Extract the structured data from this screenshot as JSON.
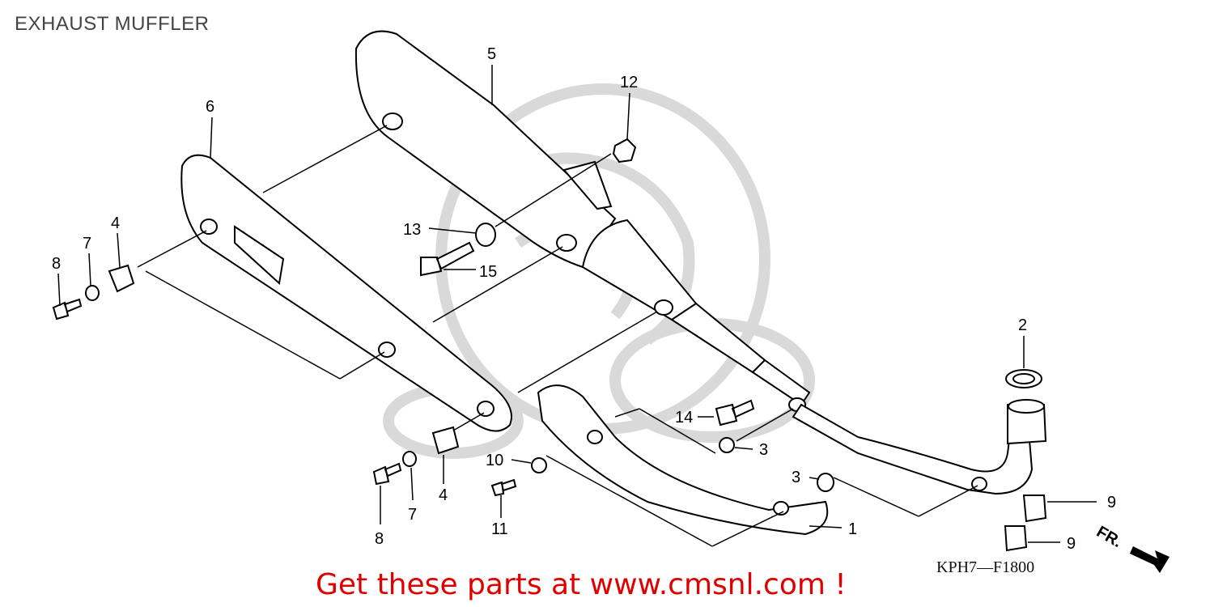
{
  "diagram": {
    "title": "EXHAUST MUFFLER",
    "diagram_code": "KPH7—F1800",
    "promo_text": "Get these parts at www.cmsnl.com !",
    "direction_label": "FR.",
    "callouts": [
      {
        "id": "c1",
        "label": "1"
      },
      {
        "id": "c2",
        "label": "2"
      },
      {
        "id": "c3a",
        "label": "3"
      },
      {
        "id": "c3b",
        "label": "3"
      },
      {
        "id": "c4a",
        "label": "4"
      },
      {
        "id": "c4b",
        "label": "4"
      },
      {
        "id": "c5",
        "label": "5"
      },
      {
        "id": "c6",
        "label": "6"
      },
      {
        "id": "c7a",
        "label": "7"
      },
      {
        "id": "c7b",
        "label": "7"
      },
      {
        "id": "c8a",
        "label": "8"
      },
      {
        "id": "c8b",
        "label": "8"
      },
      {
        "id": "c9a",
        "label": "9"
      },
      {
        "id": "c9b",
        "label": "9"
      },
      {
        "id": "c10",
        "label": "10"
      },
      {
        "id": "c11",
        "label": "11"
      },
      {
        "id": "c12",
        "label": "12"
      },
      {
        "id": "c13",
        "label": "13"
      },
      {
        "id": "c14",
        "label": "14"
      },
      {
        "id": "c15",
        "label": "15"
      }
    ],
    "colors": {
      "promo": "#e00000",
      "watermark": "#d9d9d9",
      "ink": "#000000"
    }
  }
}
